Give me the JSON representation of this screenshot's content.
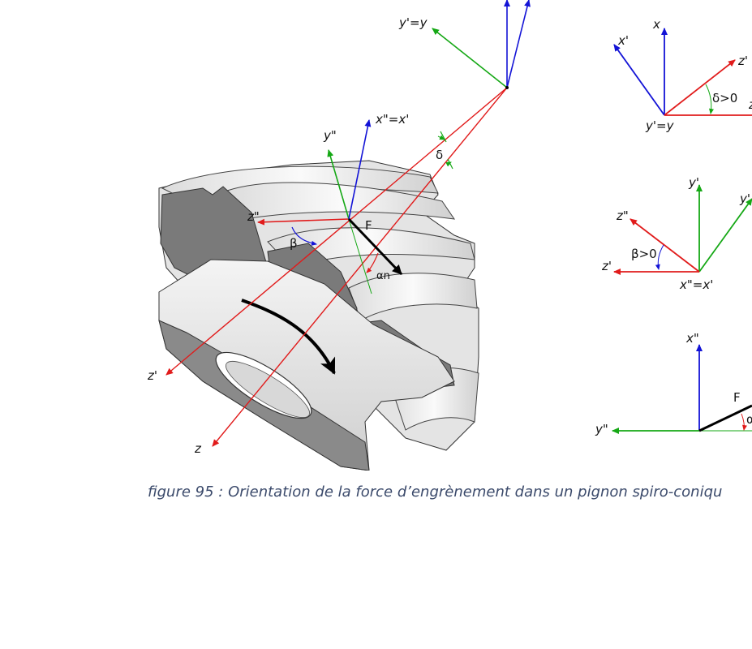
{
  "caption": "figure 95 : Orientation de la force d’engrènement dans un pignon spiro-coniqu",
  "main": {
    "labels": {
      "y_prime_eq_y": "y'=y",
      "x_dprime_eq_x_prime": "x\"=x'",
      "y_dprime": "y\"",
      "z_dprime": "z\"",
      "z_prime": "z'",
      "z": "z",
      "force": "F",
      "beta": "β",
      "delta": "δ",
      "alpha_n": "αn"
    }
  },
  "inset_top": {
    "labels": {
      "x": "x",
      "x_prime": "x'",
      "z_prime": "z'",
      "z": "z",
      "y_prime_eq_y": "y'=y",
      "delta_condition": "δ>0"
    }
  },
  "inset_mid": {
    "labels": {
      "y_prime": "y'",
      "y_dprime": "y'",
      "z_dprime": "z\"",
      "z_prime": "z'",
      "beta_condition": "β>0",
      "x_dprime_eq_x_prime": "x\"=x'"
    }
  },
  "inset_bottom": {
    "labels": {
      "x_dprime": "x\"",
      "y_dprime": "y\"",
      "force": "F",
      "alpha": "α"
    }
  },
  "colors": {
    "red_axis": "#e11b1b",
    "green_axis": "#15a815",
    "blue_axis": "#1313d6",
    "caption": "#3b4a6b"
  }
}
